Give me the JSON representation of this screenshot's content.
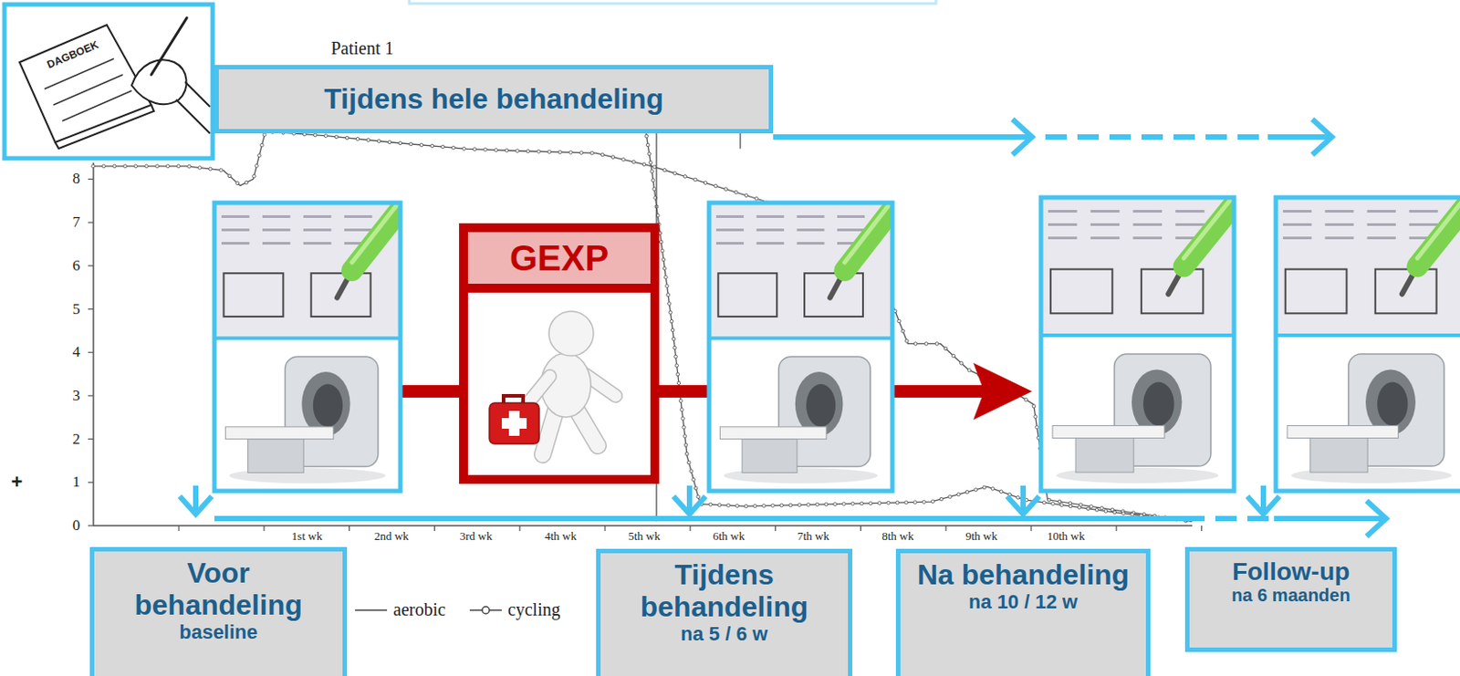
{
  "diagram": {
    "nodes": [
      {
        "text": [
          "Tijdens hele behandeling"
        ]
      },
      {
        "text": [
          "GEXP"
        ]
      },
      {
        "text": [
          "Voor behandeling",
          "baseline"
        ]
      },
      {
        "text": [
          "Tijdens behandeling",
          "na 5 / 6 w"
        ]
      },
      {
        "text": [
          "Na behandeling",
          "na 10 / 12 w"
        ]
      },
      {
        "text": [
          "Follow-up",
          "na 6 maanden"
        ]
      }
    ],
    "labels": [
      "DAGBOEK",
      "Patient 1",
      "8",
      "7",
      "6",
      "5",
      "4",
      "3",
      "2",
      "1",
      "0",
      "+",
      "1st wk",
      "2nd wk",
      "3rd wk",
      "4th wk",
      "5th wk",
      "6th wk",
      "7th wk",
      "8th wk",
      "9th wk",
      "10th wk"
    ],
    "legend": [
      {
        "text": "aerobic"
      },
      {
        "text": "cycling"
      }
    ]
  }
}
